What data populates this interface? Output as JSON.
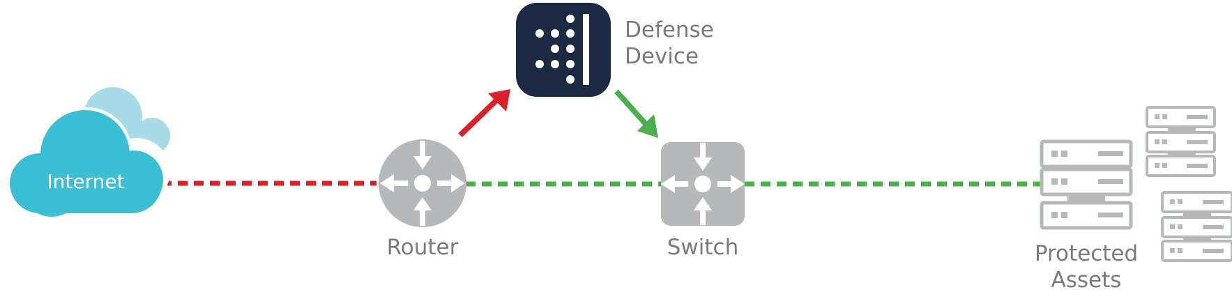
{
  "nodes": {
    "internet": {
      "label": "Internet"
    },
    "router": {
      "label": "Router"
    },
    "defense": {
      "label_line1": "Defense",
      "label_line2": "Device"
    },
    "switch": {
      "label": "Switch"
    },
    "assets": {
      "label_line1": "Protected",
      "label_line2": "Assets"
    }
  },
  "colors": {
    "unfiltered": "#d9202b",
    "filtered": "#4aaf4c",
    "cloud_front": "#3bbfd4",
    "cloud_back": "#a8dbe8",
    "device_gray": "#b7b8ba",
    "defense_bg": "#1c2942",
    "label_gray": "#7a7a7a"
  }
}
